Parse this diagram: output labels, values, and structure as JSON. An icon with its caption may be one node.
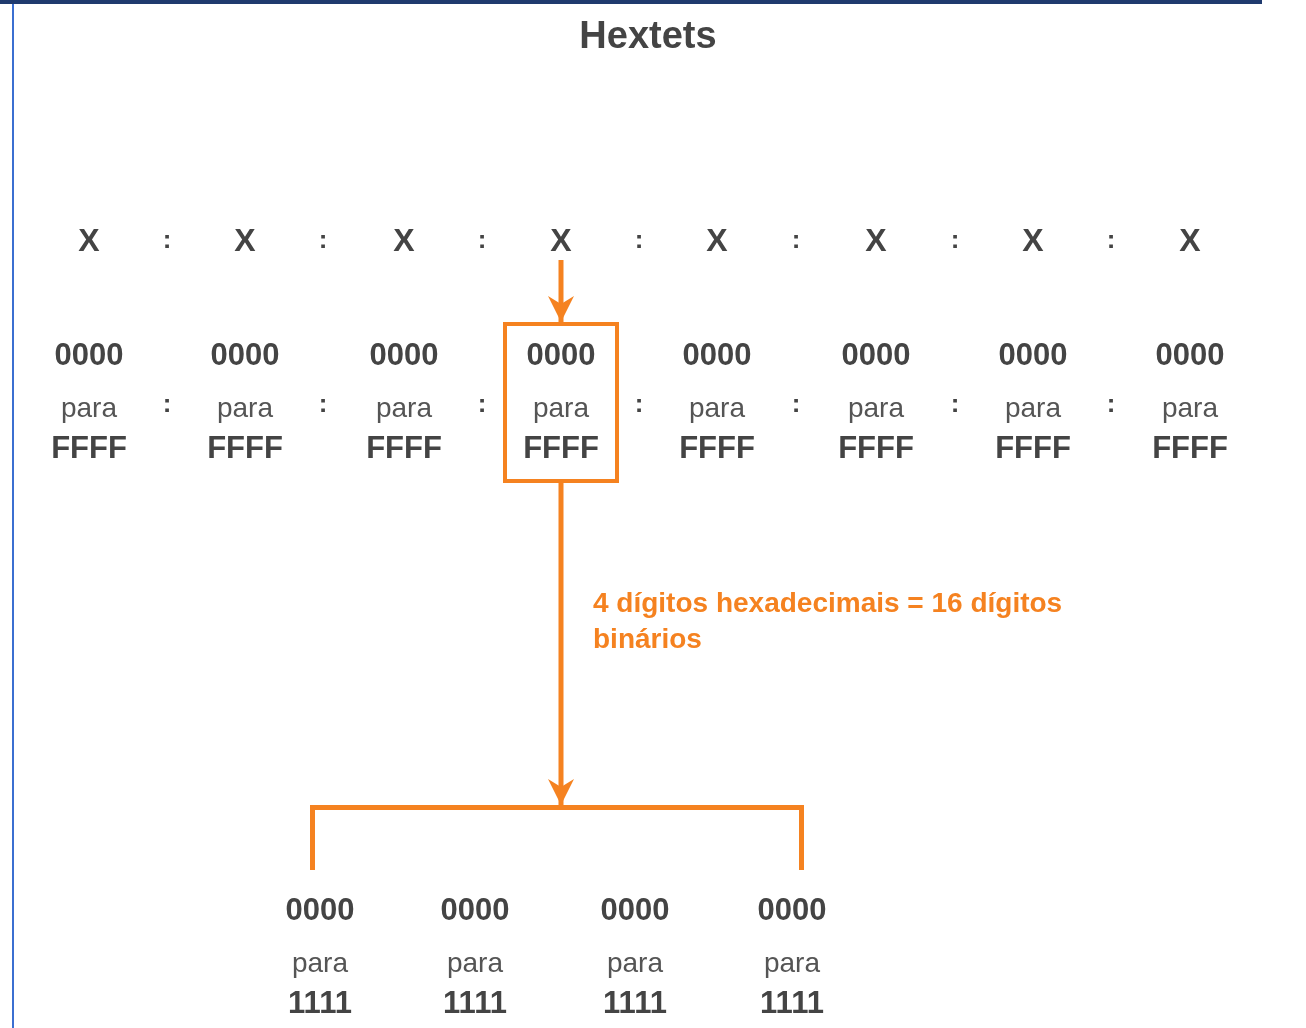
{
  "diagram": {
    "title": "Hextets",
    "nodes": [
      {
        "text": [
          "X"
        ]
      },
      {
        "text": [
          "X"
        ]
      },
      {
        "text": [
          "X"
        ]
      },
      {
        "text": [
          "X"
        ]
      },
      {
        "text": [
          "X"
        ]
      },
      {
        "text": [
          "X"
        ]
      },
      {
        "text": [
          "X"
        ]
      },
      {
        "text": [
          "X"
        ]
      },
      {
        "text": [
          "0000",
          "para",
          "FFFF"
        ]
      },
      {
        "text": [
          "0000",
          "para",
          "FFFF"
        ]
      },
      {
        "text": [
          "0000",
          "para",
          "FFFF"
        ]
      },
      {
        "text": [
          "0000",
          "para",
          "FFFF"
        ]
      },
      {
        "text": [
          "0000",
          "para",
          "FFFF"
        ]
      },
      {
        "text": [
          "0000",
          "para",
          "FFFF"
        ]
      },
      {
        "text": [
          "0000",
          "para",
          "FFFF"
        ]
      },
      {
        "text": [
          "0000",
          "para",
          "FFFF"
        ]
      },
      {
        "text": [],
        "shape": "bracket"
      },
      {
        "text": [
          "0000",
          "para",
          "1111"
        ]
      },
      {
        "text": [
          "0000",
          "para",
          "1111"
        ]
      },
      {
        "text": [
          "0000",
          "para",
          "1111"
        ]
      },
      {
        "text": [
          "0000",
          "para",
          "1111"
        ]
      }
    ],
    "edges": [
      {
        "from": 3,
        "to": 11,
        "arrow": "to"
      },
      {
        "from": 11,
        "to": 16,
        "arrow": "to",
        "label": "4 dígitos hexadecimais = 16 dígitos binários"
      }
    ],
    "labels": [
      ":",
      ":",
      ":",
      ":",
      ":",
      ":",
      ":",
      ":",
      ":",
      ":",
      ":",
      ":",
      ":",
      ":"
    ]
  }
}
